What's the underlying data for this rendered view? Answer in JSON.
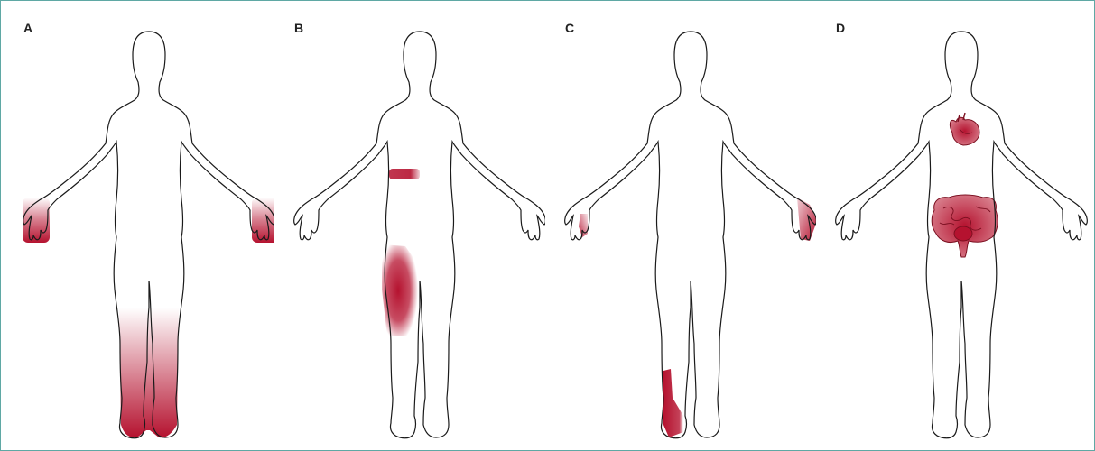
{
  "colors": {
    "outline": "#1a1a1a",
    "highlight": "#b5122f",
    "border": "#5fa8a4"
  },
  "panels": [
    {
      "label": "A",
      "highlights": [
        "both-hands",
        "both-lower-legs-and-feet"
      ]
    },
    {
      "label": "B",
      "highlights": [
        "waist-band",
        "left-thigh"
      ]
    },
    {
      "label": "C",
      "highlights": [
        "right-hand",
        "left-hand",
        "left-shin"
      ]
    },
    {
      "label": "D",
      "highlights": [
        "heart",
        "intestines"
      ]
    }
  ]
}
